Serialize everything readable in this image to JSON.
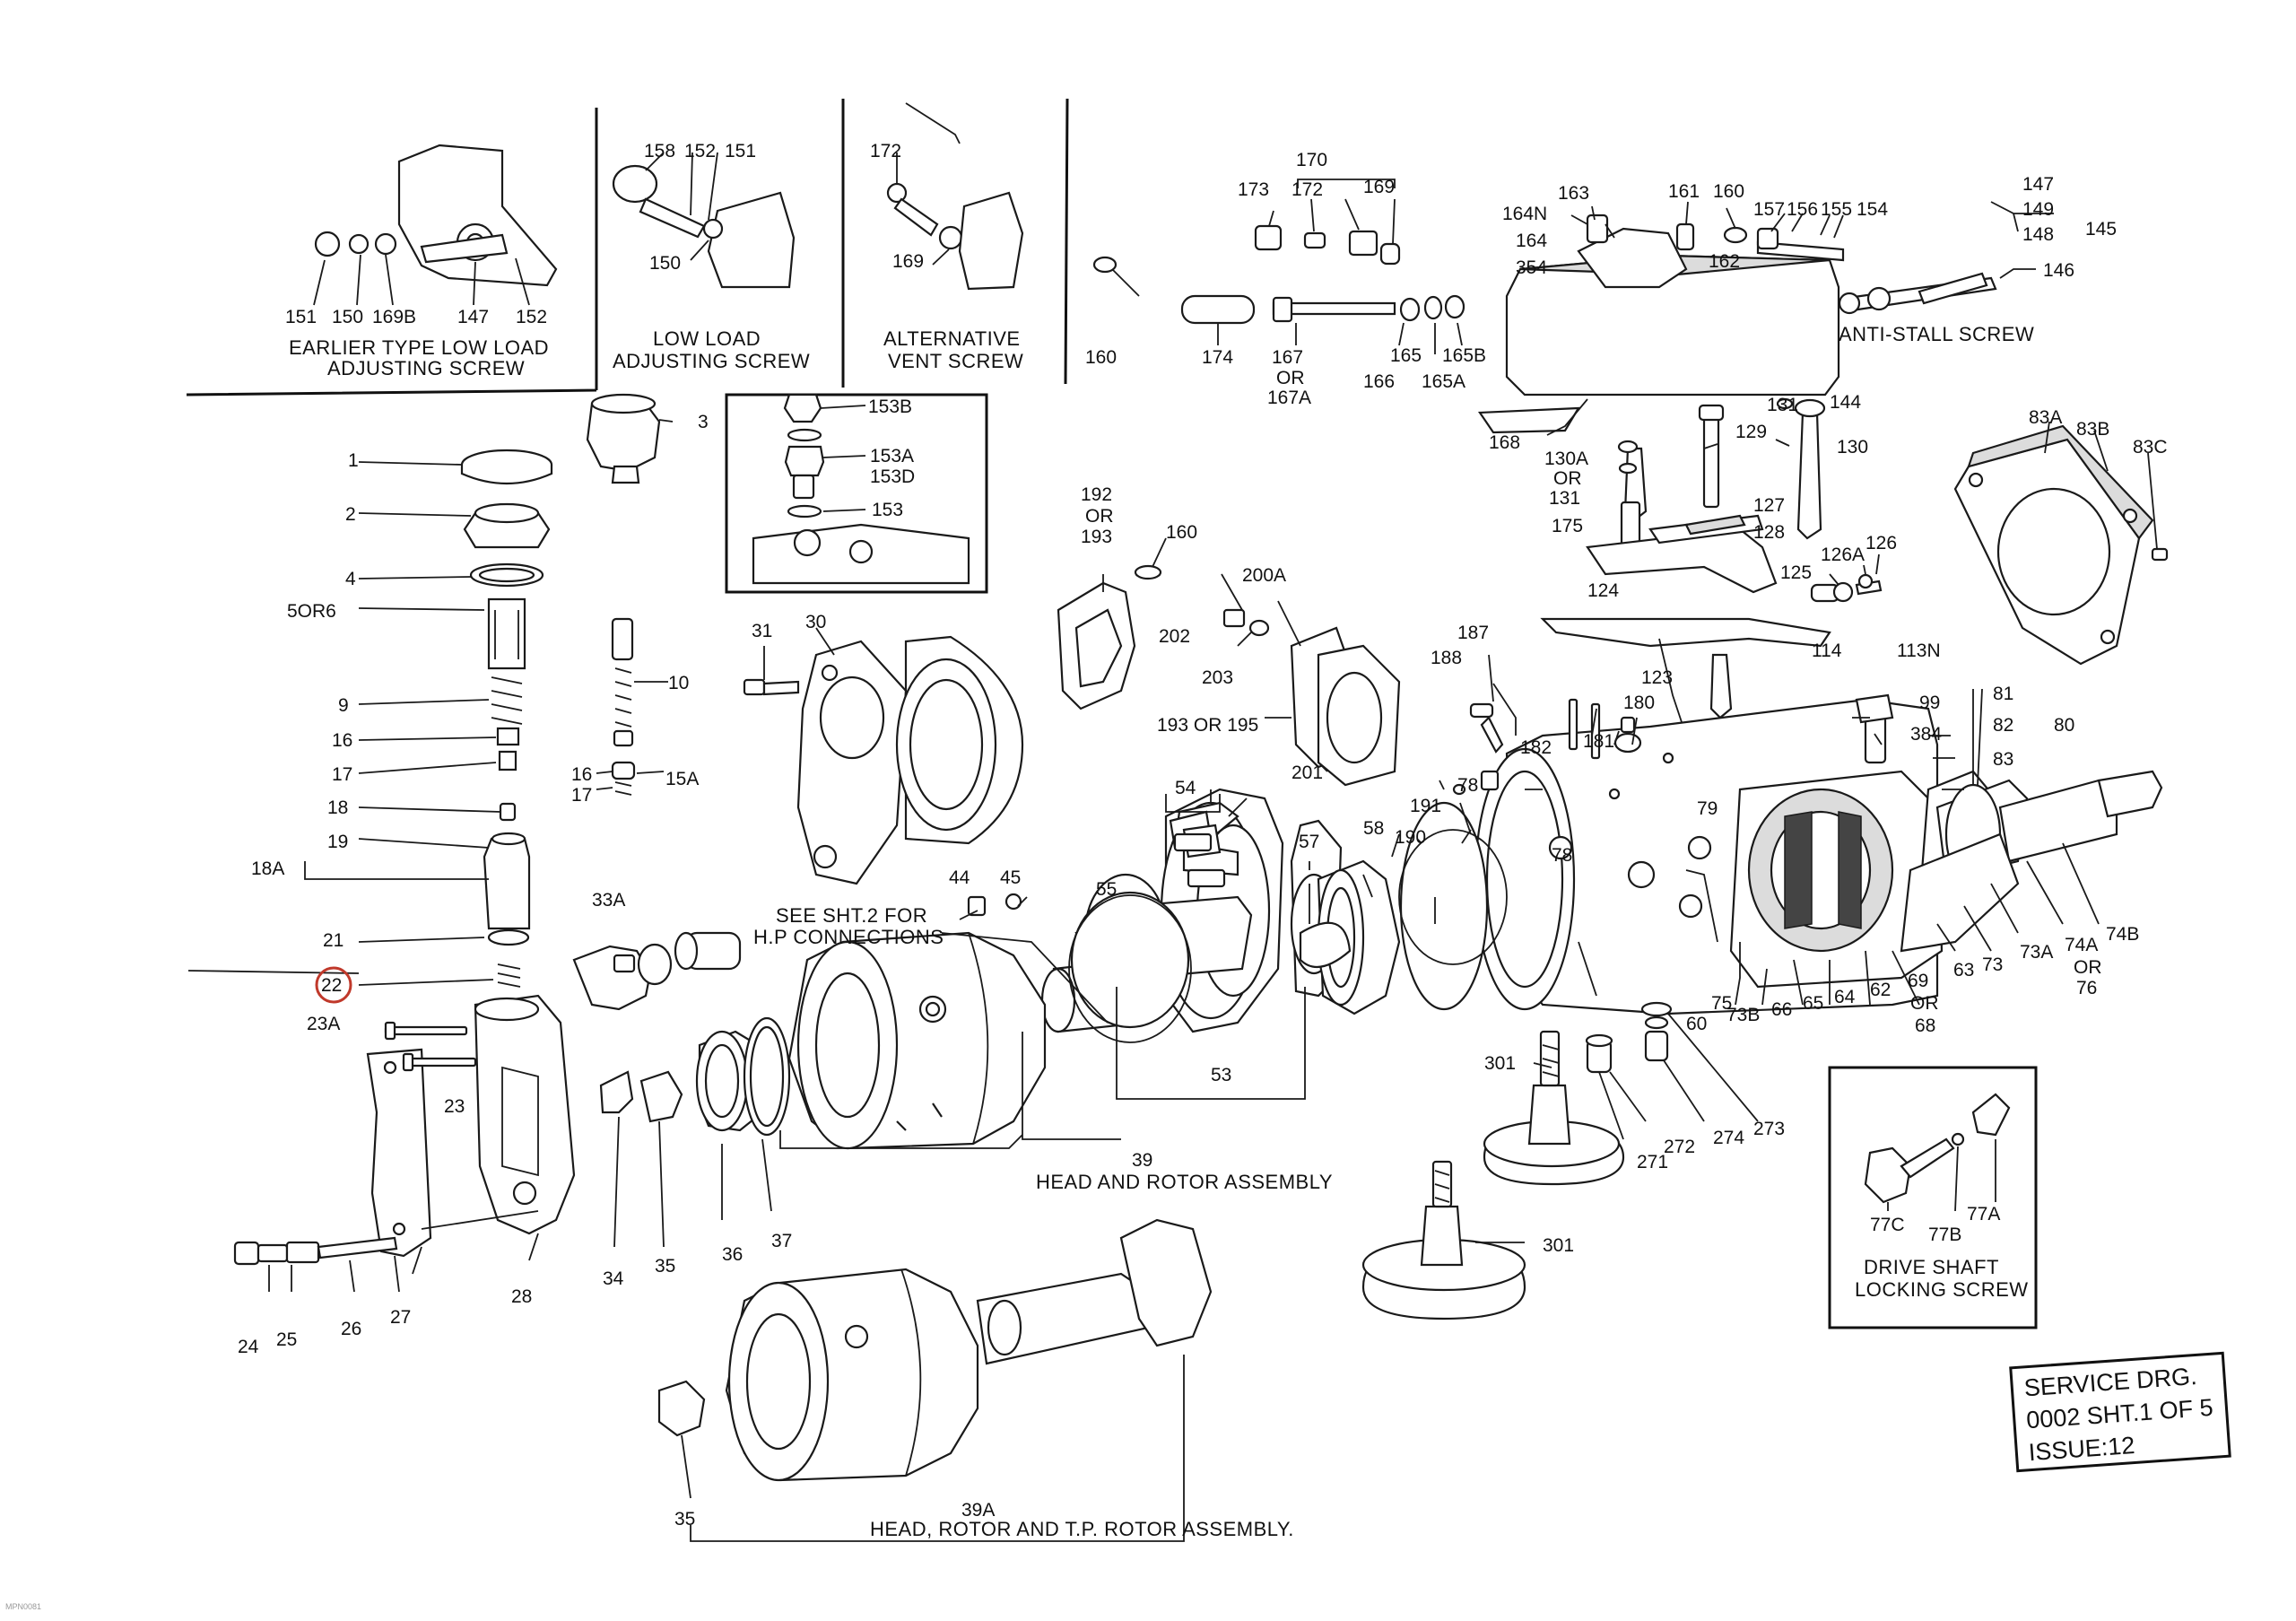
{
  "callouts": [
    {
      "id": "c151a",
      "text": "151"
    },
    {
      "id": "c150a",
      "text": "150"
    },
    {
      "id": "c169b",
      "text": "169B"
    },
    {
      "id": "c147a",
      "text": "147"
    },
    {
      "id": "c152a",
      "text": "152"
    },
    {
      "id": "c158",
      "text": "158"
    },
    {
      "id": "c152b",
      "text": "152"
    },
    {
      "id": "c151b",
      "text": "151"
    },
    {
      "id": "c150b",
      "text": "150"
    },
    {
      "id": "c172a",
      "text": "172"
    },
    {
      "id": "c169a",
      "text": "169"
    },
    {
      "id": "c170",
      "text": "170"
    },
    {
      "id": "c173",
      "text": "173"
    },
    {
      "id": "c172b",
      "text": "172"
    },
    {
      "id": "c169c",
      "text": "169"
    },
    {
      "id": "c160a",
      "text": "160"
    },
    {
      "id": "c174",
      "text": "174"
    },
    {
      "id": "c167",
      "text": "167"
    },
    {
      "id": "cor1",
      "text": "OR"
    },
    {
      "id": "c167a",
      "text": "167A"
    },
    {
      "id": "c166",
      "text": "166"
    },
    {
      "id": "c165",
      "text": "165"
    },
    {
      "id": "c165a",
      "text": "165A"
    },
    {
      "id": "c165b",
      "text": "165B"
    },
    {
      "id": "c163",
      "text": "163"
    },
    {
      "id": "c164n",
      "text": "164N"
    },
    {
      "id": "c164",
      "text": "164"
    },
    {
      "id": "c354",
      "text": "354"
    },
    {
      "id": "c161",
      "text": "161"
    },
    {
      "id": "c160b",
      "text": "160"
    },
    {
      "id": "c157",
      "text": "157"
    },
    {
      "id": "c156",
      "text": "156"
    },
    {
      "id": "c155",
      "text": "155"
    },
    {
      "id": "c154",
      "text": "154"
    },
    {
      "id": "c162",
      "text": "162"
    },
    {
      "id": "c147b",
      "text": "147"
    },
    {
      "id": "c149",
      "text": "149"
    },
    {
      "id": "c148",
      "text": "148"
    },
    {
      "id": "c145",
      "text": "145"
    },
    {
      "id": "c146",
      "text": "146"
    },
    {
      "id": "c144",
      "text": "144"
    },
    {
      "id": "c131a",
      "text": "131"
    },
    {
      "id": "c129",
      "text": "129"
    },
    {
      "id": "c130",
      "text": "130"
    },
    {
      "id": "c168",
      "text": "168"
    },
    {
      "id": "c130a",
      "text": "130A"
    },
    {
      "id": "cor2",
      "text": "OR"
    },
    {
      "id": "c131b",
      "text": "131"
    },
    {
      "id": "c127",
      "text": "127"
    },
    {
      "id": "c128",
      "text": "128"
    },
    {
      "id": "c175",
      "text": "175"
    },
    {
      "id": "c124",
      "text": "124"
    },
    {
      "id": "c125",
      "text": "125"
    },
    {
      "id": "c126a",
      "text": "126A"
    },
    {
      "id": "c126",
      "text": "126"
    },
    {
      "id": "c114",
      "text": "114"
    },
    {
      "id": "c113n",
      "text": "113N"
    },
    {
      "id": "c123",
      "text": "123"
    },
    {
      "id": "c83a",
      "text": "83A"
    },
    {
      "id": "c83b",
      "text": "83B"
    },
    {
      "id": "c83c",
      "text": "83C"
    },
    {
      "id": "c1",
      "text": "1"
    },
    {
      "id": "c2",
      "text": "2"
    },
    {
      "id": "c3",
      "text": "3"
    },
    {
      "id": "c4",
      "text": "4"
    },
    {
      "id": "c5or6",
      "text": "5OR6"
    },
    {
      "id": "c9",
      "text": "9"
    },
    {
      "id": "c16a",
      "text": "16"
    },
    {
      "id": "c17a",
      "text": "17"
    },
    {
      "id": "c18",
      "text": "18"
    },
    {
      "id": "c19",
      "text": "19"
    },
    {
      "id": "c18a",
      "text": "18A"
    },
    {
      "id": "c10",
      "text": "10"
    },
    {
      "id": "c16b",
      "text": "16"
    },
    {
      "id": "c17b",
      "text": "17"
    },
    {
      "id": "c15a",
      "text": "15A"
    },
    {
      "id": "c153b",
      "text": "153B"
    },
    {
      "id": "c153a",
      "text": "153A"
    },
    {
      "id": "c153d",
      "text": "153D"
    },
    {
      "id": "c153",
      "text": "153"
    },
    {
      "id": "c31",
      "text": "31"
    },
    {
      "id": "c30",
      "text": "30"
    },
    {
      "id": "c192",
      "text": "192"
    },
    {
      "id": "cor3",
      "text": "OR"
    },
    {
      "id": "c193",
      "text": "193"
    },
    {
      "id": "c160c",
      "text": "160"
    },
    {
      "id": "c200a",
      "text": "200A"
    },
    {
      "id": "c202",
      "text": "202"
    },
    {
      "id": "c203",
      "text": "203"
    },
    {
      "id": "c193or195",
      "text": "193 OR 195"
    },
    {
      "id": "c201",
      "text": "201"
    },
    {
      "id": "c187",
      "text": "187"
    },
    {
      "id": "c188",
      "text": "188"
    },
    {
      "id": "c180",
      "text": "180"
    },
    {
      "id": "c182",
      "text": "182"
    },
    {
      "id": "c181",
      "text": "181"
    },
    {
      "id": "c99",
      "text": "99"
    },
    {
      "id": "c384",
      "text": "384"
    },
    {
      "id": "c81",
      "text": "81"
    },
    {
      "id": "c82",
      "text": "82"
    },
    {
      "id": "c80",
      "text": "80"
    },
    {
      "id": "c83",
      "text": "83"
    },
    {
      "id": "c78a",
      "text": "78"
    },
    {
      "id": "c191",
      "text": "191"
    },
    {
      "id": "c79",
      "text": "79"
    },
    {
      "id": "c78b",
      "text": "78"
    },
    {
      "id": "c58",
      "text": "58"
    },
    {
      "id": "c190",
      "text": "190"
    },
    {
      "id": "c54",
      "text": "54"
    },
    {
      "id": "c57",
      "text": "57"
    },
    {
      "id": "c55",
      "text": "55"
    },
    {
      "id": "c44",
      "text": "44"
    },
    {
      "id": "c45",
      "text": "45"
    },
    {
      "id": "c33a",
      "text": "33A"
    },
    {
      "id": "c21",
      "text": "21"
    },
    {
      "id": "c22",
      "text": "22"
    },
    {
      "id": "c23a",
      "text": "23A"
    },
    {
      "id": "c23",
      "text": "23"
    },
    {
      "id": "c53",
      "text": "53"
    },
    {
      "id": "c75",
      "text": "75"
    },
    {
      "id": "c60",
      "text": "60"
    },
    {
      "id": "c73b",
      "text": "73B"
    },
    {
      "id": "c66",
      "text": "66"
    },
    {
      "id": "c65",
      "text": "65"
    },
    {
      "id": "c64",
      "text": "64"
    },
    {
      "id": "c62",
      "text": "62"
    },
    {
      "id": "c69",
      "text": "69"
    },
    {
      "id": "cor4",
      "text": "OR"
    },
    {
      "id": "c68",
      "text": "68"
    },
    {
      "id": "c63",
      "text": "63"
    },
    {
      "id": "c73",
      "text": "73"
    },
    {
      "id": "c73a",
      "text": "73A"
    },
    {
      "id": "c74a",
      "text": "74A"
    },
    {
      "id": "c74b",
      "text": "74B"
    },
    {
      "id": "cor5",
      "text": "OR"
    },
    {
      "id": "c76",
      "text": "76"
    },
    {
      "id": "c301a",
      "text": "301"
    },
    {
      "id": "c271",
      "text": "271"
    },
    {
      "id": "c272",
      "text": "272"
    },
    {
      "id": "c274",
      "text": "274"
    },
    {
      "id": "c273",
      "text": "273"
    },
    {
      "id": "c39",
      "text": "39"
    },
    {
      "id": "c28",
      "text": "28"
    },
    {
      "id": "c34",
      "text": "34"
    },
    {
      "id": "c35a",
      "text": "35"
    },
    {
      "id": "c36",
      "text": "36"
    },
    {
      "id": "c37",
      "text": "37"
    },
    {
      "id": "c24",
      "text": "24"
    },
    {
      "id": "c25",
      "text": "25"
    },
    {
      "id": "c26",
      "text": "26"
    },
    {
      "id": "c27",
      "text": "27"
    },
    {
      "id": "c301b",
      "text": "301"
    },
    {
      "id": "c77c",
      "text": "77C"
    },
    {
      "id": "c77b",
      "text": "77B"
    },
    {
      "id": "c77a",
      "text": "77A"
    },
    {
      "id": "c39a",
      "text": "39A"
    },
    {
      "id": "c35b",
      "text": "35"
    }
  ],
  "captions": {
    "earlier_type_1": "EARLIER TYPE LOW LOAD",
    "earlier_type_2": "ADJUSTING SCREW",
    "low_load_1": "LOW LOAD",
    "low_load_2": "ADJUSTING SCREW",
    "alt_vent_1": "ALTERNATIVE",
    "alt_vent_2": "VENT SCREW",
    "anti_stall": "ANTI-STALL SCREW",
    "see_sht2_1": "SEE SHT.2 FOR",
    "see_sht2_2": "H.P CONNECTIONS",
    "head_rotor": "HEAD AND ROTOR ASSEMBLY",
    "head_rotor_tp": "HEAD, ROTOR AND T.P. ROTOR ASSEMBLY.",
    "drive_shaft_1": "DRIVE SHAFT",
    "drive_shaft_2": "LOCKING SCREW"
  },
  "stamp": {
    "line1": "SERVICE DRG.",
    "line2": "0002 SHT.1 OF 5",
    "line3": "ISSUE:12"
  },
  "footer_code": "MPN0081",
  "highlight_color": "#c0392b"
}
